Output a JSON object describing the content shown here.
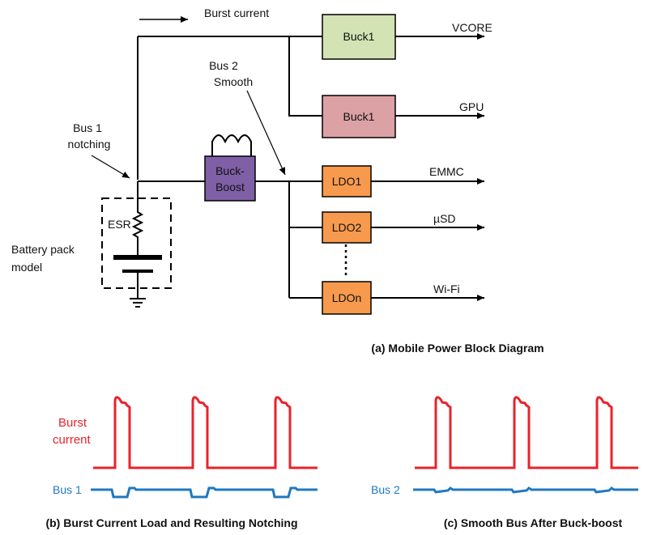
{
  "labels": {
    "burst_current": "Burst current",
    "bus2_smooth": [
      "Bus 2",
      "Smooth"
    ],
    "bus1_notching": [
      "Bus 1",
      "notching"
    ],
    "esr": "ESR",
    "battery_pack_model": [
      "Battery pack",
      "model"
    ]
  },
  "blocks": {
    "buck1_top": "Buck1",
    "buck1_gpu": "Buck1",
    "buck_boost": [
      "Buck-",
      "Boost"
    ],
    "ldo1": "LDO1",
    "ldo2": "LDO2",
    "ldon": "LDOn"
  },
  "outputs": {
    "vcore": "VCORE",
    "gpu": "GPU",
    "emmc": "EMMC",
    "usd": "µSD",
    "wifi": "Wi-Fi"
  },
  "captions": {
    "a": "(a) Mobile Power Block Diagram",
    "b": "(b) Burst Current Load and Resulting Notching",
    "c": "(c) Smooth Bus After Buck-boost"
  },
  "waveforms": {
    "burst_current": [
      "Burst",
      "current"
    ],
    "bus1": "Bus 1",
    "bus2": "Bus 2"
  },
  "colors": {
    "buck1_top": "#d3e3b4",
    "buck1_gpu": "#dca1a5",
    "buck_boost": "#7f5fa6",
    "ldo": "#f79a4e",
    "burst_trace": "#e8232a",
    "bus_trace": "#1f78c1"
  }
}
